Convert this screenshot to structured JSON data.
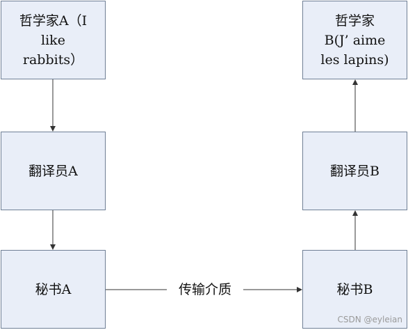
{
  "nodes": {
    "philosopher_a": "哲学家A（I\nlike\nrabbits）",
    "philosopher_b": "哲学家\nB(J’ aime\nles lapins)",
    "translator_a": "翻译员A",
    "translator_b": "翻译员B",
    "secretary_a": "秘书A",
    "secretary_b": "秘书B"
  },
  "edges": {
    "medium_label": "传输介质"
  },
  "watermark": "CSDN @eyleian",
  "colors": {
    "node_fill": "#e9eef8",
    "node_border": "#6f7f95",
    "arrow": "#333333"
  }
}
